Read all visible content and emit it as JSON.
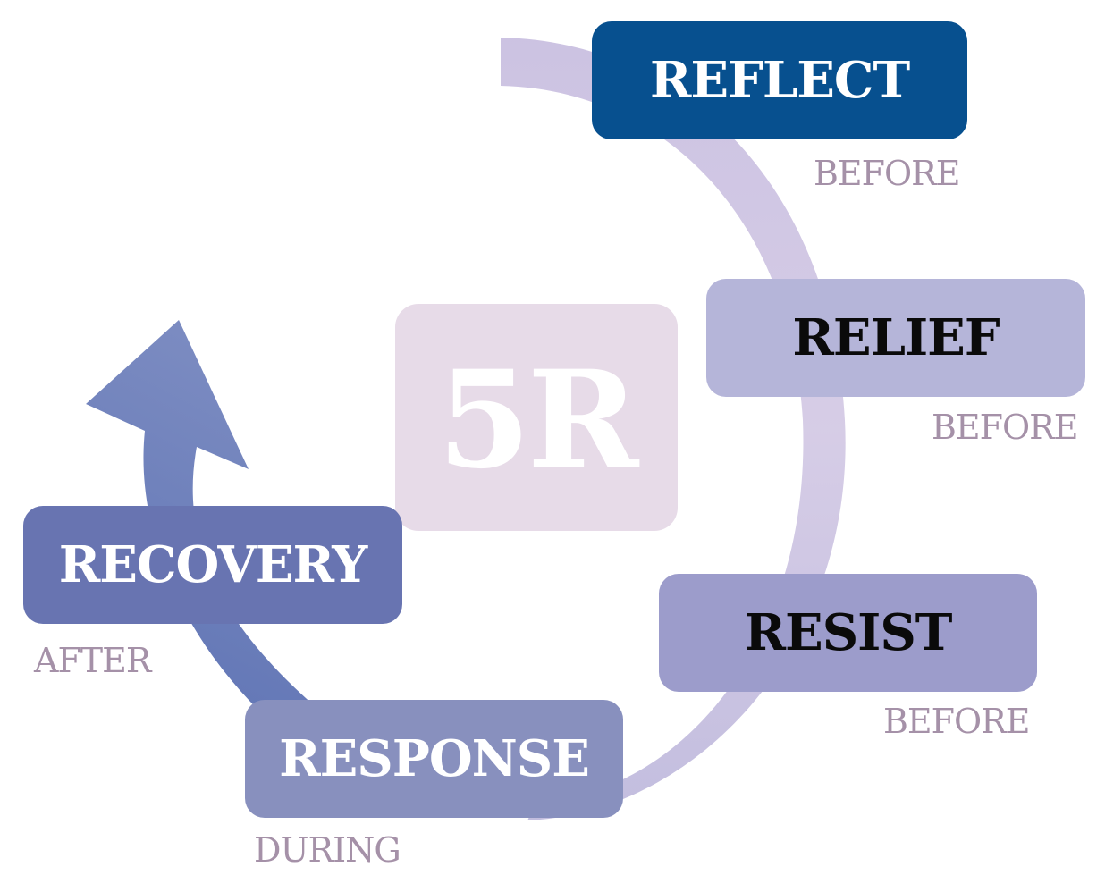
{
  "diagram": {
    "center_label": "5R",
    "colors": {
      "cycle_arrow": "#c7bddd",
      "recovery_arrow": "#6a7cb9",
      "center_box": "#e7dbe8",
      "phase_text": "#a591a8"
    },
    "stages": [
      {
        "name": "REFLECT",
        "phase": "BEFORE",
        "box_color": "#07508f",
        "text_color": "#ffffff"
      },
      {
        "name": "RELIEF",
        "phase": "BEFORE",
        "box_color": "#b5b5d9",
        "text_color": "#0a0a0a"
      },
      {
        "name": "RESIST",
        "phase": "BEFORE",
        "box_color": "#9c9ccb",
        "text_color": "#0a0a0a"
      },
      {
        "name": "RESPONSE",
        "phase": "DURING",
        "box_color": "#8890be",
        "text_color": "#ffffff"
      },
      {
        "name": "RECOVERY",
        "phase": "AFTER",
        "box_color": "#6874b1",
        "text_color": "#ffffff"
      }
    ]
  }
}
